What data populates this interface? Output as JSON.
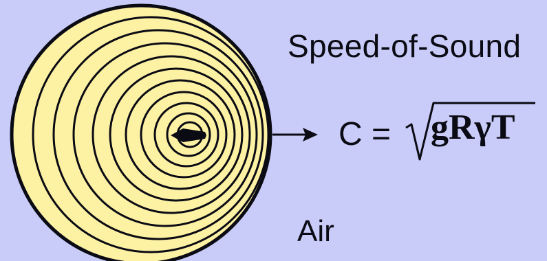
{
  "diagram": {
    "title": "Speed-of-Sound",
    "formula": {
      "lhs": "C =",
      "radicand": "gRγT"
    },
    "medium_label": "Air",
    "colors": {
      "background": "#c9cbf8",
      "disc_fill": "#fdf1a4",
      "ink": "#0b0b14"
    },
    "icons": [
      "source-arrow-icon",
      "direction-arrow-icon",
      "sqrt-radical-icon"
    ]
  }
}
